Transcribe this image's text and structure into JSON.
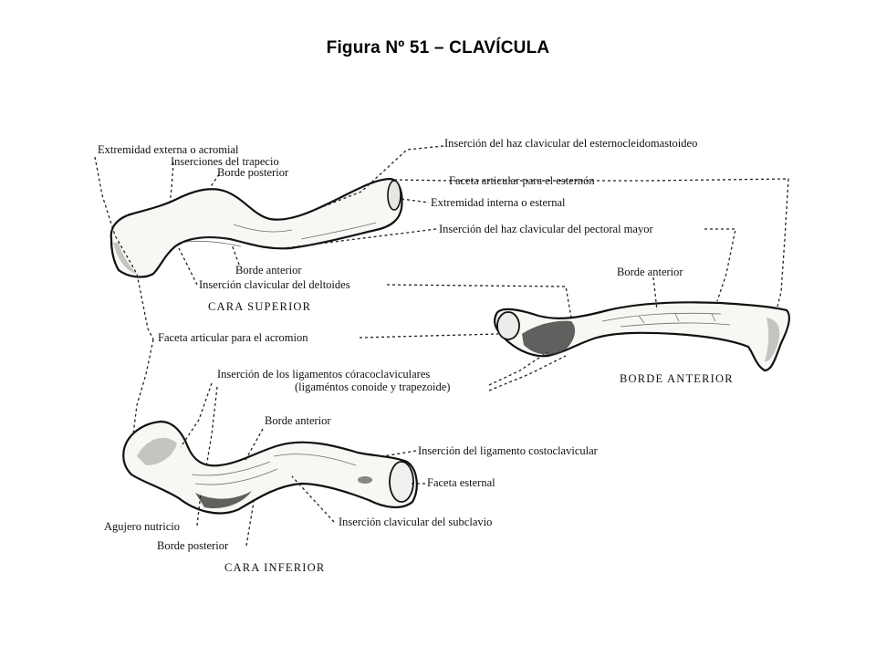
{
  "title": "Figura Nº 51 – CLAVÍCULA",
  "captions": {
    "superior": "CARA SUPERIOR",
    "anterior": "BORDE ANTERIOR",
    "inferior": "CARA INFERIOR"
  },
  "labels": {
    "extremidad_externa": "Extremidad externa o acromial",
    "inserciones_trapecio": "Inserciones del trapecio",
    "borde_posterior_top": "Borde posterior",
    "haz_esternocleidomastoideo": "Inserción del haz clavicular del esternocleidomastoideo",
    "faceta_esternon": "Faceta articular para el esternón",
    "extremidad_interna": "Extremidad interna o esternal",
    "haz_pectoral_mayor": "Inserción del haz clavicular del pectoral mayor",
    "borde_anterior_top": "Borde anterior",
    "insercion_deltoides": "Inserción clavicular del deltoides",
    "borde_anterior_mid": "Borde anterior",
    "faceta_acromion": "Faceta articular para el acromion",
    "ligamentos_line1": "Inserción de los ligamentos córacoclaviculares",
    "ligamentos_line2": "(ligaméntos conoide y trapezoide)",
    "borde_anterior_bottom": "Borde anterior",
    "ligamento_costoclavicular": "Inserción del ligamento costoclavicular",
    "faceta_esternal": "Faceta esternal",
    "agujero_nutricio": "Agujero nutricio",
    "borde_posterior_bottom": "Borde posterior",
    "insercion_subclavio": "Inserción clavicular del subclavio"
  }
}
